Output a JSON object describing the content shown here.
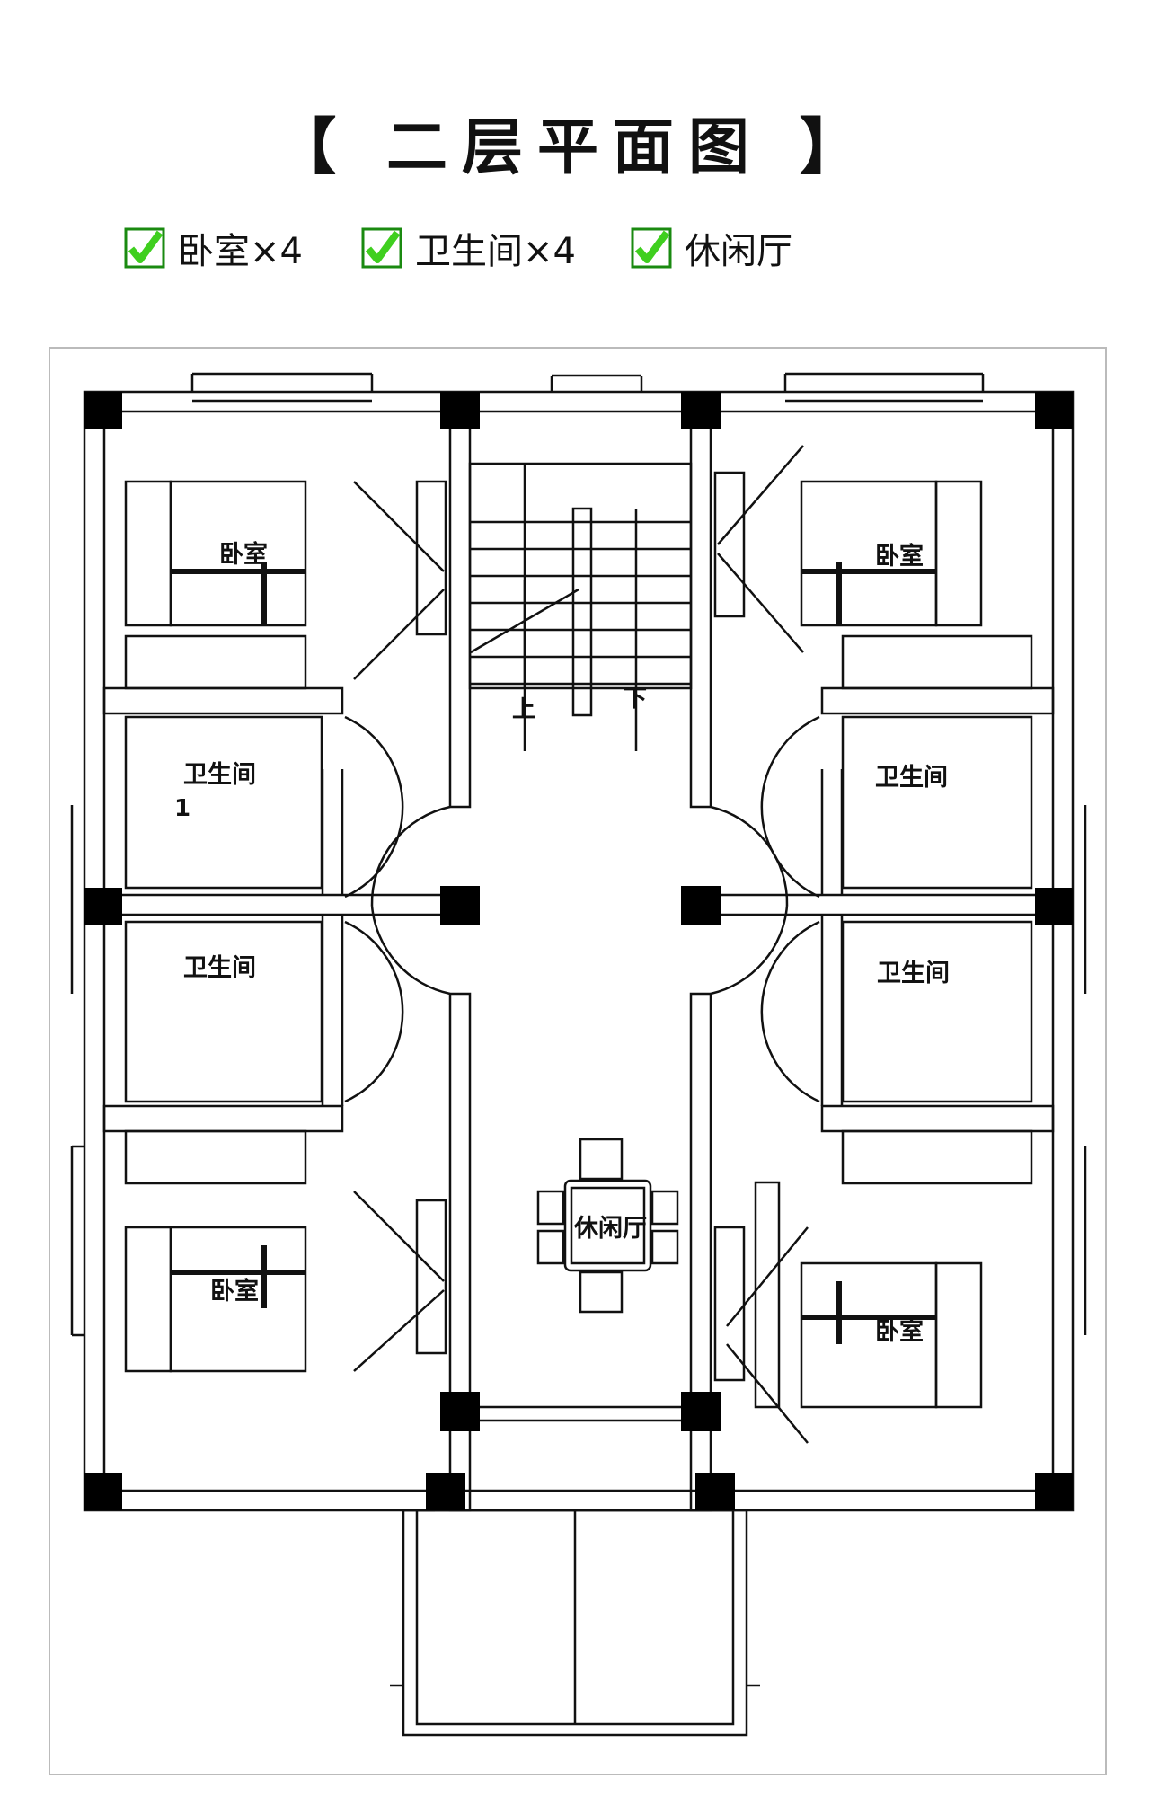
{
  "title": "【 二层平面图 】",
  "legend": [
    {
      "label": "卧室×4",
      "icon": "check-icon"
    },
    {
      "label": "卫生间×4",
      "icon": "check-icon"
    },
    {
      "label": "休闲厅",
      "icon": "check-icon"
    }
  ],
  "rooms": {
    "bedroom_nw": "卧室",
    "bedroom_ne": "卧室",
    "bedroom_sw": "卧室",
    "bedroom_se": "卧室",
    "bath_nw": "卫生间",
    "bath_ne": "卫生间",
    "bath_sw": "卫生间",
    "bath_se": "卫生间",
    "lounge": "休闲厅"
  },
  "stairs": {
    "up": "上",
    "down": "下"
  },
  "toilet_mark": "1",
  "colors": {
    "check": "#3fcf1f",
    "check_border": "#1a8a10",
    "wall": "#000000",
    "line": "#111111"
  }
}
